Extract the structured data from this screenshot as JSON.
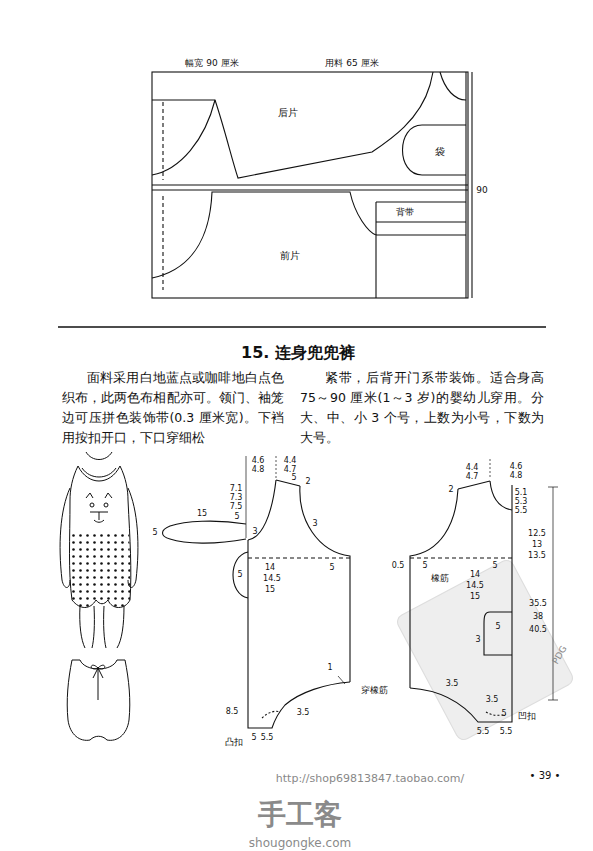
{
  "diagram": {
    "title": "15. 连身兜兜裤",
    "labels": [
      "幅宽 90 厘米",
      "用料 65 厘米",
      "后片",
      "袋",
      "90",
      "背带",
      "前片",
      "面料采用白地蓝点或咖啡地白点色织布，此两色布相配亦可。领门、袖笼边可压拼色装饰带(0.3 厘米宽)。下裆用按扣开口，下口穿细松",
      "紧带，后背开门系带装饰。适合身高 75～90 厘米(1～3 岁)的婴幼儿穿用。分大、中、小 3 个号，上数为小号，下数为大号。",
      "4.6",
      "4.8",
      "4.4",
      "4.7",
      "5",
      "7.1",
      "7.3",
      "7.5",
      "2",
      "5",
      "15",
      "5",
      "3",
      "3",
      "5",
      "5",
      "14",
      "14.5",
      "15",
      "1",
      "穿橡筋",
      "8.5",
      "3.5",
      "凸扣",
      "5",
      "5.5",
      "4.4",
      "4.7",
      "4.6",
      "4.8",
      "2",
      "5.1",
      "5.3",
      "5.5",
      "12.5",
      "13",
      "13.5",
      "5",
      "5",
      "0.5",
      "橡筋",
      "14",
      "14.5",
      "15",
      "35.5",
      "38",
      "40.5",
      "5",
      "3",
      "3.5",
      "3.5",
      "5",
      "凹扣",
      "5.5",
      "5.5",
      "• 39 •",
      "http://shop69813847.taobao.com/",
      "手工客",
      "shougongke.com",
      "PDG"
    ]
  }
}
